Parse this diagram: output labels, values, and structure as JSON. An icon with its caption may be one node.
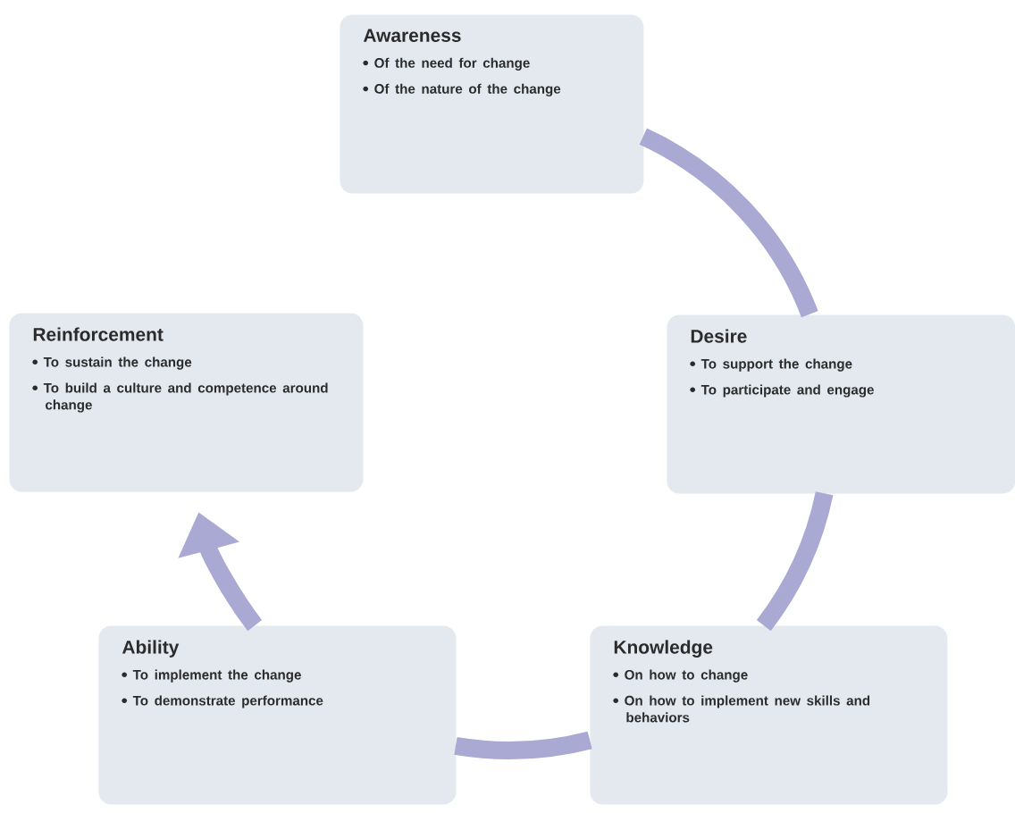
{
  "diagram": {
    "nodes": [
      {
        "text": [
          "Awareness",
          "Of the need for change",
          "Of the nature of the change"
        ]
      },
      {
        "text": [
          "Desire",
          "To support the change",
          "To participate and engage"
        ]
      },
      {
        "text": [
          "Knowledge",
          "On how to change",
          "On how to implement new skills and behaviors"
        ]
      },
      {
        "text": [
          "Ability",
          "To implement the change",
          "To demonstrate performance"
        ]
      },
      {
        "text": [
          "Reinforcement",
          "To sustain the change",
          "To build a culture and competence around change"
        ]
      }
    ],
    "edges": [
      {
        "from": 0,
        "to": 1,
        "arrow": "none"
      },
      {
        "from": 1,
        "to": 2,
        "arrow": "none"
      },
      {
        "from": 2,
        "to": 3,
        "arrow": "none"
      },
      {
        "from": 3,
        "to": 4,
        "arrow": "to"
      }
    ]
  }
}
